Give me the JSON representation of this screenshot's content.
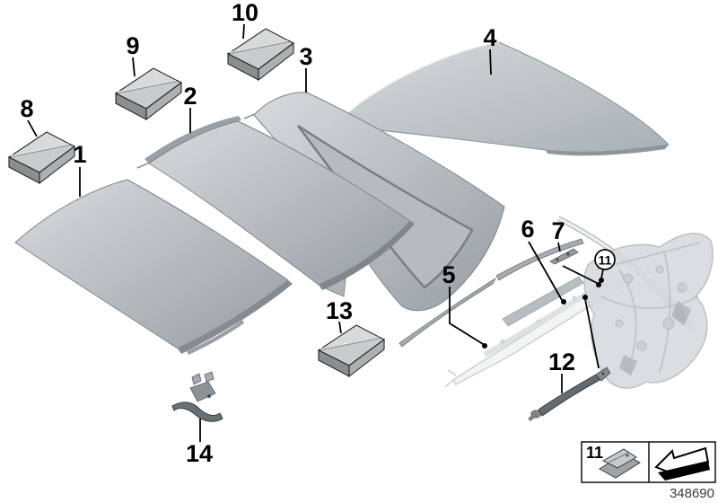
{
  "diagram": {
    "callouts": [
      {
        "id": "1",
        "label": "1",
        "circled": false
      },
      {
        "id": "2",
        "label": "2",
        "circled": false
      },
      {
        "id": "3",
        "label": "3",
        "circled": false
      },
      {
        "id": "4",
        "label": "4",
        "circled": false
      },
      {
        "id": "5",
        "label": "5",
        "circled": false
      },
      {
        "id": "6",
        "label": "6",
        "circled": false
      },
      {
        "id": "7",
        "label": "7",
        "circled": false
      },
      {
        "id": "8",
        "label": "8",
        "circled": false
      },
      {
        "id": "9",
        "label": "9",
        "circled": false
      },
      {
        "id": "10",
        "label": "10",
        "circled": false
      },
      {
        "id": "11",
        "label": "11",
        "circled": true
      },
      {
        "id": "12",
        "label": "12",
        "circled": false
      },
      {
        "id": "13",
        "label": "13",
        "circled": false
      },
      {
        "id": "14",
        "label": "14",
        "circled": false
      }
    ],
    "legend": {
      "ref_label": "11"
    },
    "footer": {
      "diagram_number": "348690"
    },
    "icons": [
      {
        "name": "parts-kit-box-icon"
      },
      {
        "name": "retaining-clip-icon"
      },
      {
        "name": "direction-of-travel-arrow-icon"
      }
    ],
    "colors": {
      "background": "#ffffff",
      "line": "#000000",
      "panel_light": "#d8dbdd",
      "panel_dark": "#979ea4",
      "mechanism_gray": "#d5d8db"
    }
  }
}
